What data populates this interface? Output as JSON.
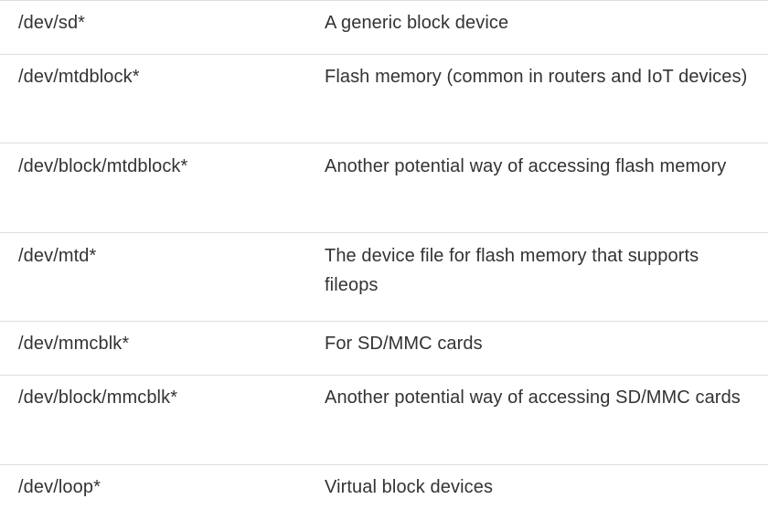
{
  "table": {
    "rows": [
      {
        "path": "/dev/sd*",
        "description": "A generic block device"
      },
      {
        "path": "/dev/mtdblock*",
        "description": "Flash memory (common in routers and IoT devices)"
      },
      {
        "path": "/dev/block/mtdblock*",
        "description": "Another potential way of accessing flash memory"
      },
      {
        "path": "/dev/mtd*",
        "description": "The device file for flash memory that supports fileops"
      },
      {
        "path": "/dev/mmcblk*",
        "description": "For SD/MMC cards"
      },
      {
        "path": "/dev/block/mmcblk*",
        "description": "Another potential way of accessing SD/MMC cards"
      },
      {
        "path": "/dev/loop*",
        "description": "Virtual block devices"
      }
    ]
  }
}
